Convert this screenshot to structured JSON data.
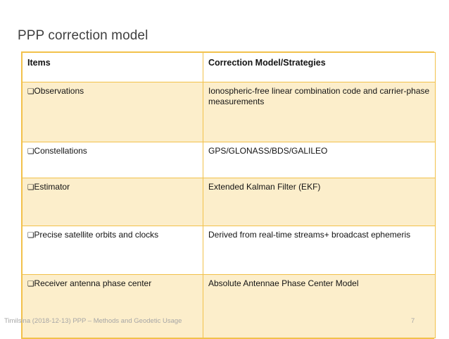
{
  "slide": {
    "title": "PPP correction model",
    "bullet_glyph": "❑"
  },
  "table": {
    "headers": {
      "items": "Items",
      "model": "Correction Model/Strategies"
    },
    "rows": [
      {
        "item": "Observations",
        "model": "Ionospheric-free linear combination code and carrier-phase measurements",
        "shade": "cream"
      },
      {
        "item": "Constellations",
        "model": "GPS/GLONASS/BDS/GALILEO",
        "shade": "white"
      },
      {
        "item": "Estimator",
        "model": "Extended Kalman Filter (EKF)",
        "shade": "cream"
      },
      {
        "item": "Precise satellite orbits and clocks",
        "model": "Derived from real-time streams+ broadcast ephemeris",
        "shade": "white"
      },
      {
        "item": "Receiver antenna phase center",
        "model": "Absolute Antennae Phase Center Model",
        "shade": "cream"
      }
    ]
  },
  "footer": {
    "text": "Timilsina (2018-12-13) PPP – Methods and Geodetic Usage",
    "page_number": "7"
  },
  "colors": {
    "border": "#f2c14b",
    "cell_shade": "#fceecb",
    "title": "#404040",
    "footer": "#a6a6a6"
  }
}
